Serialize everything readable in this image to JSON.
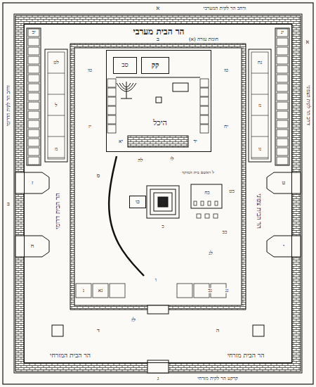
{
  "diagram": {
    "nodes": [
      {
        "text": [
          "הר הבית מערבי"
        ]
      },
      {
        "text": [
          "היכל"
        ],
        "in": 0
      },
      {
        "text": [
          "קק"
        ],
        "in": 1
      },
      {
        "text": [
          "סב"
        ],
        "in": 1
      },
      {
        "text": [
          "כו"
        ],
        "in": 0
      }
    ],
    "labels": [
      "א",
      "ורחב הר לקית המערבי",
      "ב",
      "חומת עזרה (א)",
      "הר הבית דרומי",
      "הר הבית צפוני",
      "ורחב הר לקית הדרומי",
      "ורחב הר לקית הצפוני",
      "א",
      "ב",
      "הר הבית המזרחי",
      "הר הבית מזרחי",
      "ג",
      "קרקע הר לקית מזרחי",
      "לט",
      "ל",
      "מ",
      "נח",
      "נז",
      "נו",
      "יב",
      "יג",
      "ס",
      "ו",
      "כט",
      "כב",
      "כח",
      "לה",
      "לו",
      "ל ראשם בית המוקד",
      "נ",
      "נא",
      "נב",
      "נג",
      "ד",
      "ה",
      "ז",
      "ח",
      "ט",
      "י",
      "יא",
      "יד",
      "טו",
      "טז",
      "יז",
      "יח",
      "כ",
      "לג",
      "לז"
    ]
  }
}
